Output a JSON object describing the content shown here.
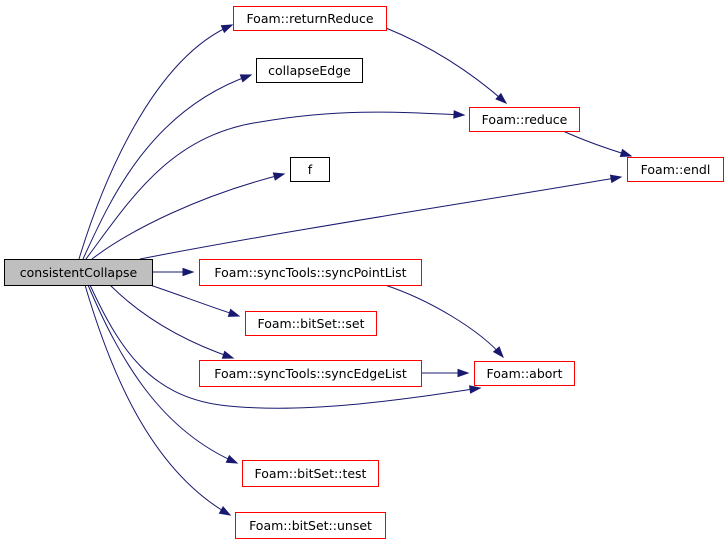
{
  "graph": {
    "root": "consistentCollapse",
    "nodes": [
      {
        "id": "root",
        "label": "consistentCollapse",
        "kind": "root"
      },
      {
        "id": "returnReduce",
        "label": "Foam::returnReduce",
        "kind": "linked"
      },
      {
        "id": "collapseEdge",
        "label": "collapseEdge",
        "kind": "plain"
      },
      {
        "id": "reduce",
        "label": "Foam::reduce",
        "kind": "linked"
      },
      {
        "id": "f",
        "label": "f",
        "kind": "plain"
      },
      {
        "id": "endl",
        "label": "Foam::endl",
        "kind": "linked"
      },
      {
        "id": "syncPointList",
        "label": "Foam::syncTools::syncPointList",
        "kind": "linked"
      },
      {
        "id": "set",
        "label": "Foam::bitSet::set",
        "kind": "linked"
      },
      {
        "id": "syncEdgeList",
        "label": "Foam::syncTools::syncEdgeList",
        "kind": "linked"
      },
      {
        "id": "abort",
        "label": "Foam::abort",
        "kind": "linked"
      },
      {
        "id": "test",
        "label": "Foam::bitSet::test",
        "kind": "linked"
      },
      {
        "id": "unset",
        "label": "Foam::bitSet::unset",
        "kind": "linked"
      }
    ],
    "edges": [
      {
        "from": "root",
        "to": "returnReduce"
      },
      {
        "from": "root",
        "to": "collapseEdge"
      },
      {
        "from": "root",
        "to": "reduce"
      },
      {
        "from": "root",
        "to": "f"
      },
      {
        "from": "root",
        "to": "endl"
      },
      {
        "from": "root",
        "to": "syncPointList"
      },
      {
        "from": "root",
        "to": "set"
      },
      {
        "from": "root",
        "to": "syncEdgeList"
      },
      {
        "from": "root",
        "to": "abort"
      },
      {
        "from": "root",
        "to": "test"
      },
      {
        "from": "root",
        "to": "unset"
      },
      {
        "from": "returnReduce",
        "to": "reduce"
      },
      {
        "from": "reduce",
        "to": "endl"
      },
      {
        "from": "syncPointList",
        "to": "abort"
      },
      {
        "from": "syncEdgeList",
        "to": "abort"
      }
    ],
    "colors": {
      "edge": "#191970",
      "linked_border": "#ff0000",
      "plain_border": "#000000",
      "root_fill": "#bfbfbf"
    }
  }
}
